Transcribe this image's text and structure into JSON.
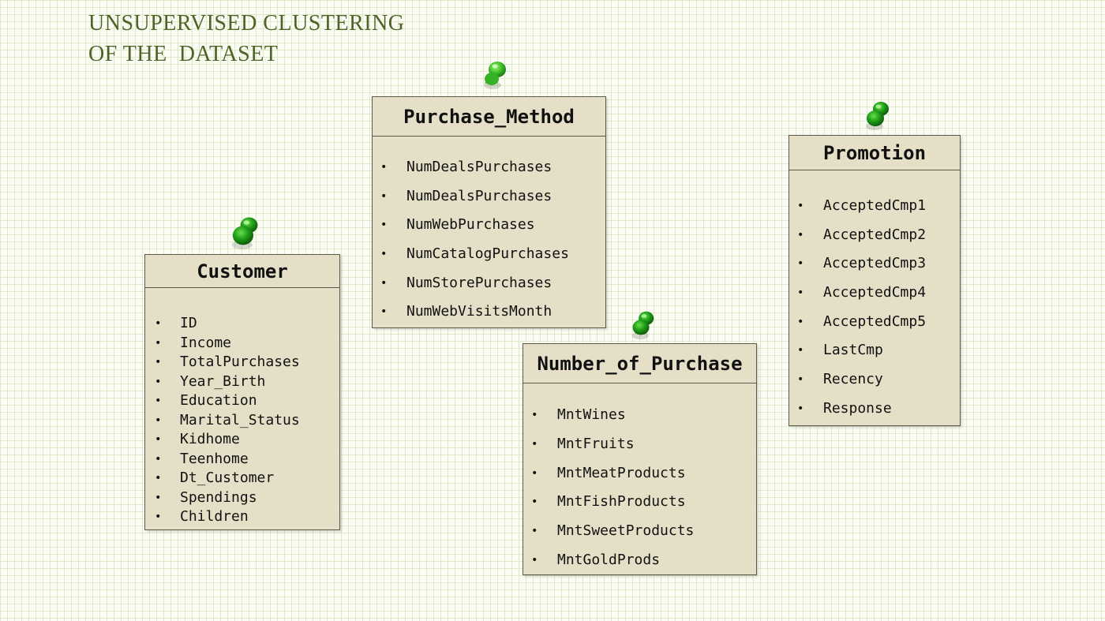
{
  "title": {
    "line1": "UNSUPERVISED CLUSTERING",
    "line2": "OF THE  DATASET"
  },
  "colors": {
    "title": "#4f6228",
    "card_background": "#e4dfc6",
    "grid_line": "#dfe8c9",
    "pin": "#22a51e"
  },
  "icons": {
    "pin": "pushpin-icon",
    "bullet": "•"
  },
  "cards": {
    "customer": {
      "header": "Customer",
      "items": [
        "ID",
        "Income",
        "TotalPurchases",
        "Year_Birth",
        "Education",
        "Marital_Status",
        "Kidhome",
        "Teenhome",
        "Dt_Customer",
        "Spendings",
        "Children"
      ]
    },
    "purchase_method": {
      "header": "Purchase_Method",
      "items": [
        "NumDealsPurchases",
        "NumDealsPurchases",
        "NumWebPurchases",
        "NumCatalogPurchases",
        "NumStorePurchases",
        "NumWebVisitsMonth"
      ]
    },
    "number_of_purchase": {
      "header": "Number_of_Purchase",
      "items": [
        "MntWines",
        "MntFruits",
        "MntMeatProducts",
        "MntFishProducts",
        "MntSweetProducts",
        "MntGoldProds"
      ]
    },
    "promotion": {
      "header": "Promotion",
      "items": [
        "AcceptedCmp1",
        "AcceptedCmp2",
        "AcceptedCmp3",
        "AcceptedCmp4",
        "AcceptedCmp5",
        "LastCmp",
        "Recency",
        "Response"
      ]
    }
  }
}
